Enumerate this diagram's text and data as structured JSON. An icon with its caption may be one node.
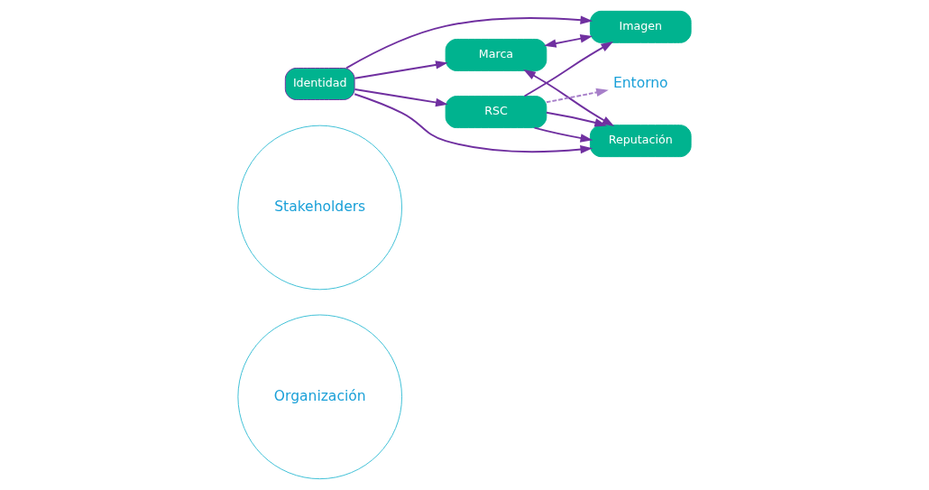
{
  "diagram": {
    "nodes": [
      {
        "text": [
          "Organización"
        ]
      },
      {
        "text": [
          "Stakeholders"
        ]
      },
      {
        "text": [
          "Identidad"
        ]
      },
      {
        "text": [
          "Marca"
        ]
      },
      {
        "text": [
          "Imagen"
        ]
      },
      {
        "text": [
          "Entorno"
        ]
      },
      {
        "text": [
          "RSC"
        ]
      },
      {
        "text": [
          "Reputación"
        ]
      }
    ],
    "edges": [
      {
        "from": 2,
        "to": 4,
        "arrow": "to"
      },
      {
        "from": 2,
        "to": 3,
        "arrow": "to"
      },
      {
        "from": 2,
        "to": 6,
        "arrow": "to"
      },
      {
        "from": 2,
        "to": 7,
        "arrow": "to"
      },
      {
        "from": 6,
        "to": 5,
        "arrow": "to",
        "style": "dashed",
        "color": "#a77fc9"
      },
      {
        "from": 6,
        "to": 7,
        "arrow": "to"
      },
      {
        "from": 6,
        "to": 4,
        "arrow": "to"
      },
      {
        "from": 6,
        "to": 7,
        "arrow": "to"
      },
      {
        "from": 3,
        "to": 7,
        "arrow": "both"
      },
      {
        "from": 3,
        "to": 4,
        "arrow": "both"
      }
    ]
  }
}
